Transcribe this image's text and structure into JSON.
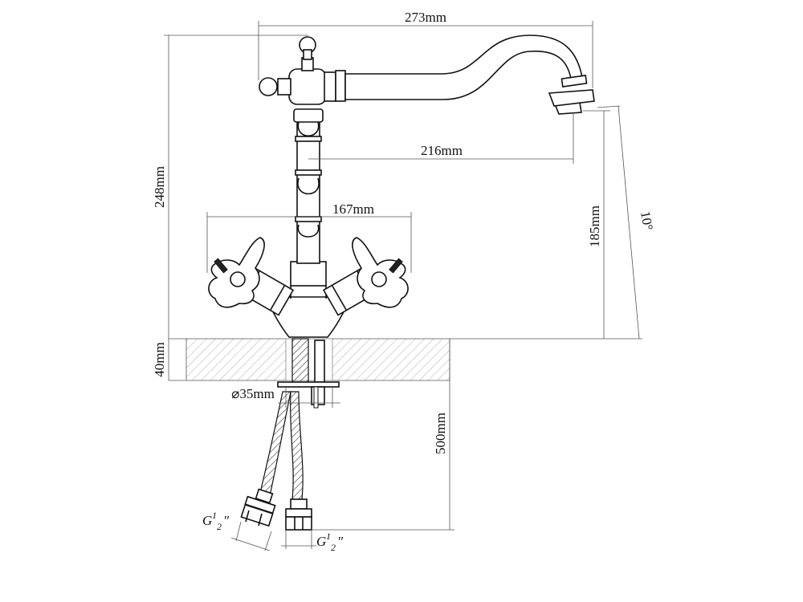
{
  "dimensions": {
    "total_width": "273mm",
    "spout_reach": "216mm",
    "total_height": "248mm",
    "handle_span": "167mm",
    "spout_height": "185mm",
    "spout_angle": "10°",
    "deck_thickness": "40mm",
    "hole_diameter": "⌀35mm",
    "hose_length": "500mm"
  },
  "connectors": {
    "left": {
      "prefix": "G",
      "sup": "1",
      "sub": "2",
      "suffix": "″"
    },
    "right": {
      "prefix": "G",
      "sup": "1",
      "sub": "2",
      "suffix": "″"
    }
  }
}
